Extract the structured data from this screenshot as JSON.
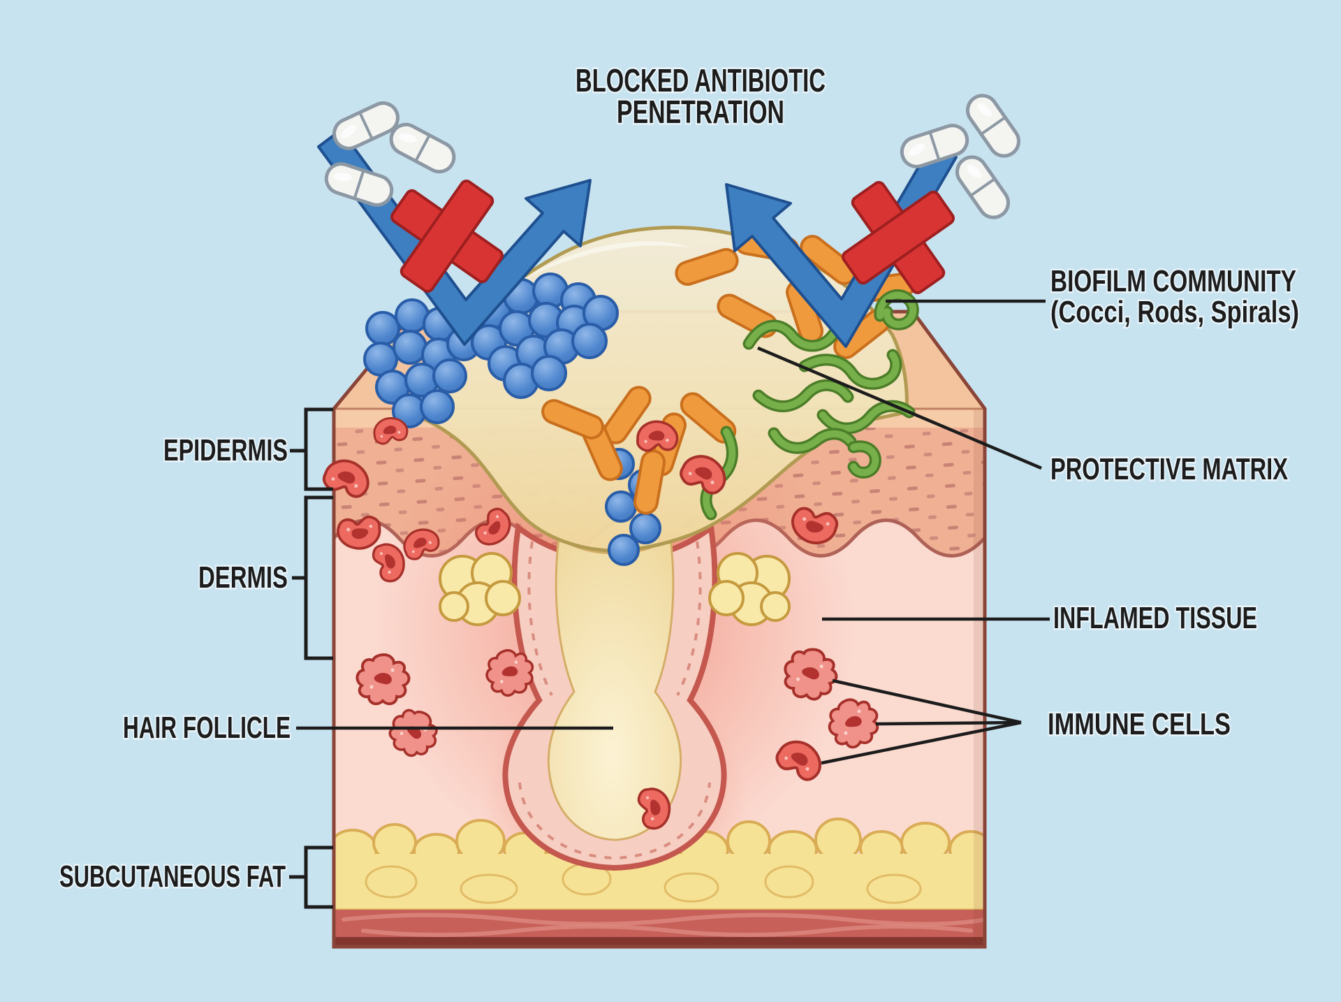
{
  "title": {
    "line1": "BLOCKED ANTIBIOTIC",
    "line2": "PENETRATION"
  },
  "labels": {
    "epidermis": "EPIDERMIS",
    "dermis": "DERMIS",
    "hair_follicle": "HAIR FOLLICLE",
    "subcutaneous_fat": "SUBCUTANEOUS FAT",
    "biofilm_line1": "BIOFILM COMMUNITY",
    "biofilm_line2": "(Cocci, Rods, Spirals)",
    "protective_matrix": "PROTECTIVE MATRIX",
    "inflamed_tissue": "INFLAMED TISSUE",
    "immune_cells": "IMMUNE CELLS"
  },
  "colors": {
    "background": "#C8E3F0",
    "text": "#1C1C1C",
    "arrow_blue": "#3D7FC1",
    "arrow_outline": "#1E4F8F",
    "x_red": "#D93434",
    "x_outline": "#9E1F1F",
    "pill_white": "#F4F4F1",
    "pill_outline": "#8C98A3",
    "skin_top": "#F3C49E",
    "epidermis_light": "#F6CBA8",
    "epidermis_band": "#EFB094",
    "epidermis_line": "#AE6156",
    "dermis_pink": "#FBDAD0",
    "inflamed_red": "#E85E50",
    "fat_yellow": "#F6E294",
    "fat_outline": "#D9AC55",
    "muscle_red": "#C66059",
    "muscle_hi": "#DD8A80",
    "muscle_dark": "#82362E",
    "block_outline": "#8A4538",
    "matrix_fill": "#F1E3B9",
    "matrix_outline": "#B19A52",
    "cocci_blue": "#4E86CE",
    "cocci_outline": "#2A5DA8",
    "rod_orange": "#F09A3E",
    "rod_outline": "#C96F1D",
    "spiral_green": "#77B04A",
    "spiral_outline": "#4C7D28",
    "follicle_wall": "#C4574E",
    "follicle_fill": "#F7CEC2",
    "follicle_dash": "#D98C80",
    "pus_cream": "#F3E2B4",
    "gland_yellow": "#F9E9A8",
    "gland_outline": "#C59A3F",
    "cell_red": "#ED6A60",
    "cell_outline": "#A6302A",
    "cell_dark": "#B23230",
    "spiky_fill": "#F0928A"
  }
}
